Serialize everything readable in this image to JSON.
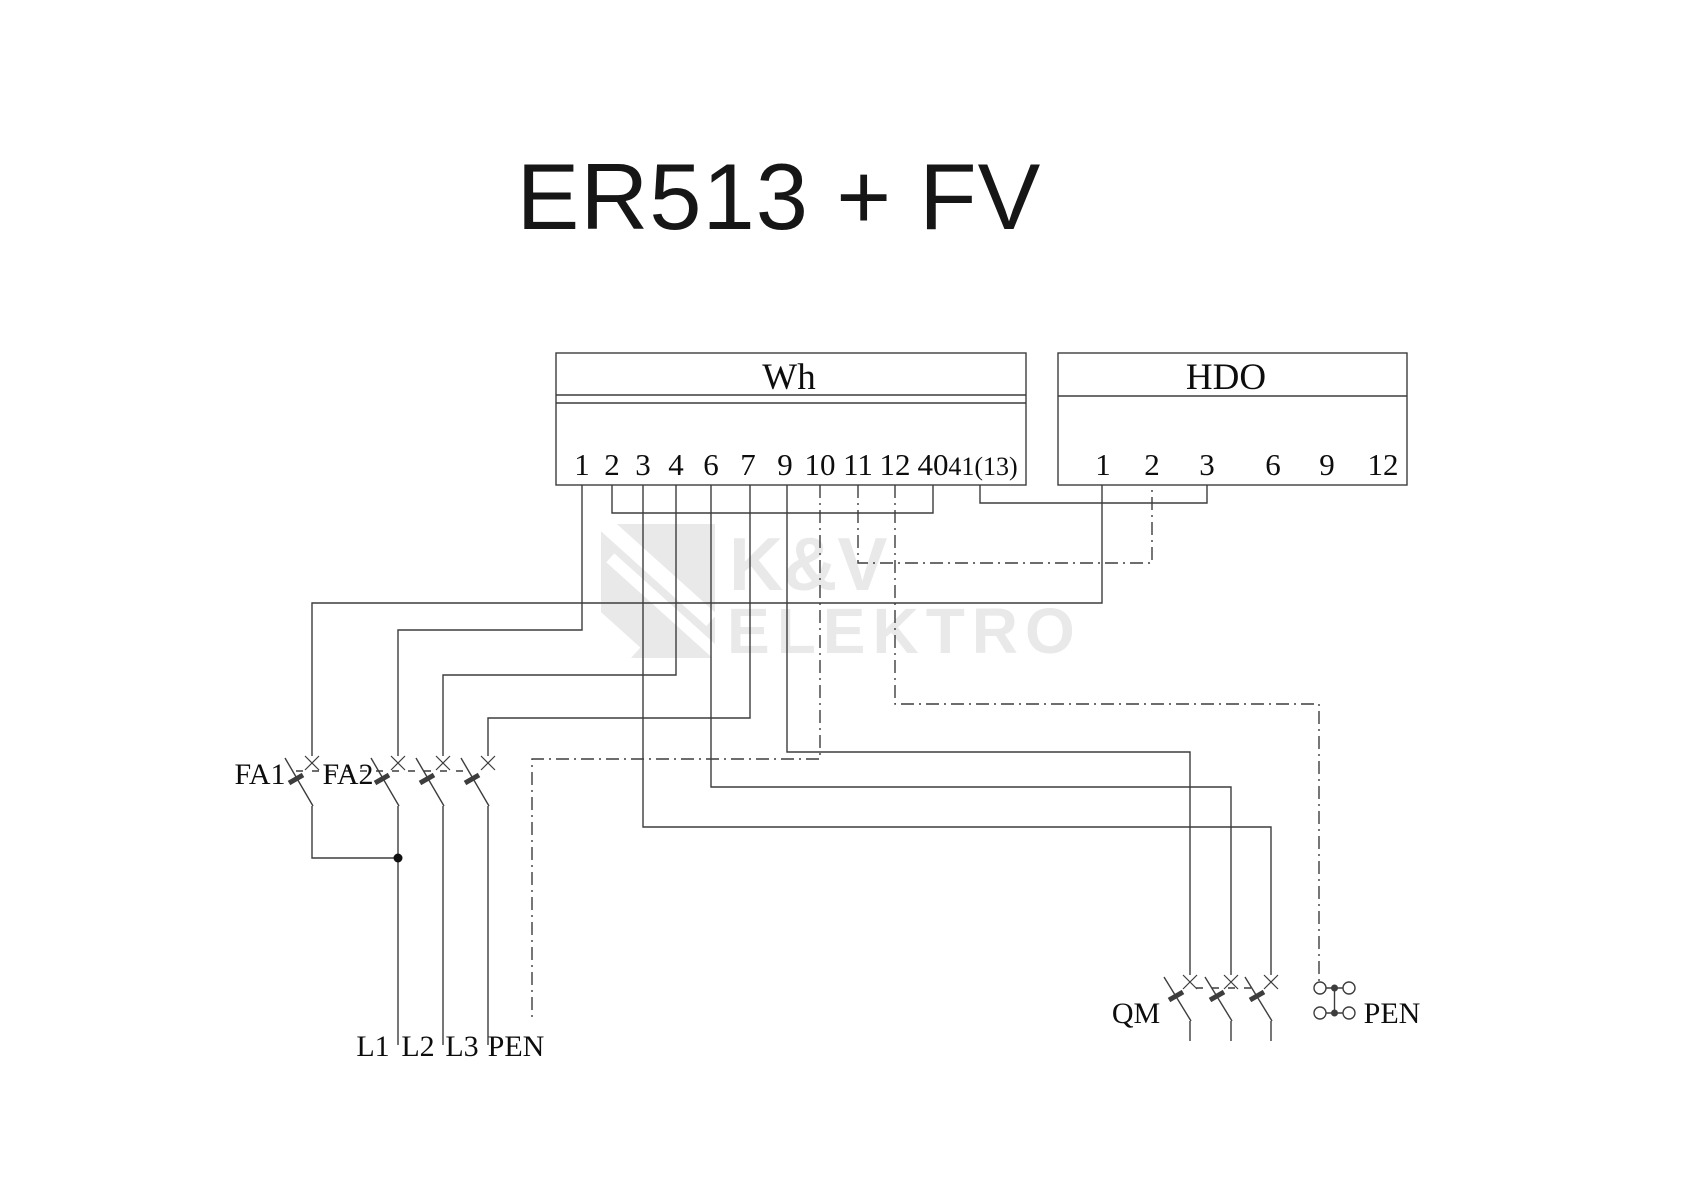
{
  "title": "ER513 + FV",
  "meter_box": {
    "label": "Wh",
    "terminals": [
      "1",
      "2",
      "3",
      "4",
      "6",
      "7",
      "9",
      "10",
      "11",
      "12",
      "40",
      "41(13)"
    ]
  },
  "hdo_box": {
    "label": "HDO",
    "terminals": [
      "1",
      "2",
      "3",
      "6",
      "9",
      "12"
    ]
  },
  "breakers": {
    "fa1_label": "FA1",
    "fa2_label": "FA2",
    "qm_label": "QM"
  },
  "pen_block_label": "PEN",
  "bottom_labels": {
    "l1": "L1",
    "l2": "L2",
    "l3": "L3",
    "pen": "PEN"
  },
  "watermark": {
    "line1": "K&V",
    "line2": "ELEKTRO"
  },
  "colors": {
    "line": "#3d3d3d",
    "text": "#111111",
    "watermark": "#e9e9e9"
  }
}
